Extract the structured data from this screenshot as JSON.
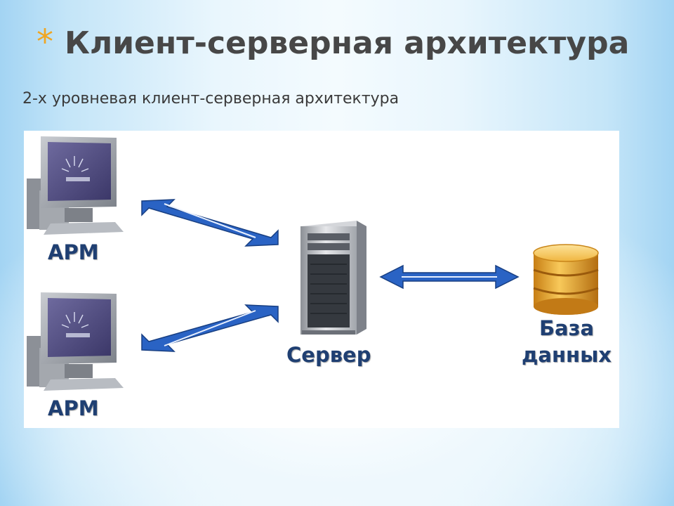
{
  "slide": {
    "bullet": "*",
    "title": "Клиент-серверная архитектура",
    "subtitle": "2-х уровневая клиент-серверная архитектура"
  },
  "diagram": {
    "workstation_label": "АРМ",
    "server_label": "Сервер",
    "database_label_line1": "База",
    "database_label_line2": "данных"
  },
  "colors": {
    "bullet": "#f0a623",
    "title": "#474747",
    "label": "#1f3f72",
    "arrow": "#2a63c4"
  }
}
